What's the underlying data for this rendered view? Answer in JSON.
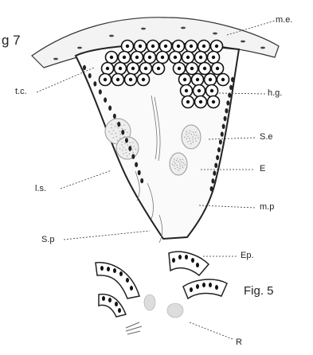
{
  "figure": {
    "top_left_label": "g 7",
    "caption": "Fig. 5",
    "labels": {
      "me": "m.e.",
      "tc": "t.c.",
      "hg": "h.g.",
      "se": "S.e",
      "e": "E",
      "ls": "l.s.",
      "mp": "m.p",
      "sp": "S.p",
      "ep": "Ep.",
      "r": "R"
    }
  }
}
